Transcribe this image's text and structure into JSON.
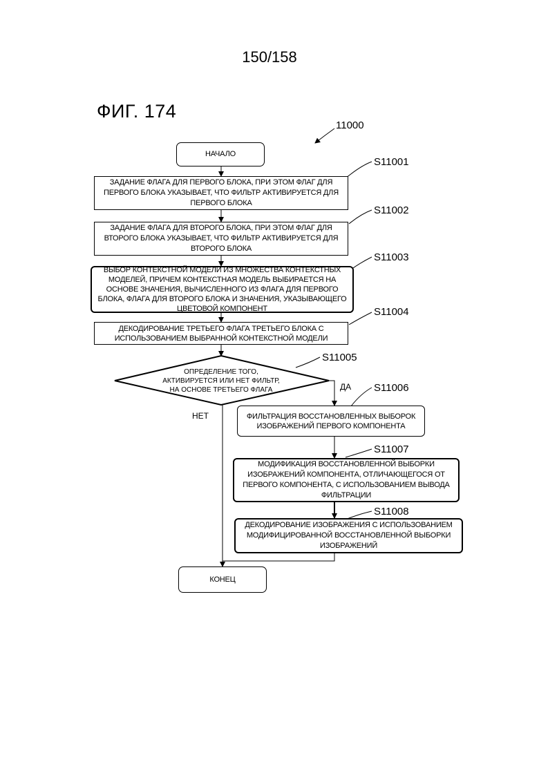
{
  "page_number": "150/158",
  "figure_label": "ФИГ. 174",
  "diagram_id": "11000",
  "start": "НАЧАЛО",
  "end": "КОНЕЦ",
  "steps": [
    {
      "id": "S11001",
      "text": "ЗАДАНИЕ ФЛАГА ДЛЯ ПЕРВОГО БЛОКА, ПРИ ЭТОМ ФЛАГ ДЛЯ ПЕРВОГО БЛОКА УКАЗЫВАЕТ, ЧТО ФИЛЬТР АКТИВИРУЕТСЯ ДЛЯ ПЕРВОГО БЛОКА"
    },
    {
      "id": "S11002",
      "text": "ЗАДАНИЕ ФЛАГА ДЛЯ ВТОРОГО БЛОКА, ПРИ ЭТОМ ФЛАГ ДЛЯ ВТОРОГО БЛОКА УКАЗЫВАЕТ, ЧТО ФИЛЬТР АКТИВИРУЕТСЯ ДЛЯ ВТОРОГО БЛОКА"
    },
    {
      "id": "S11003",
      "text": "ВЫБОР КОНТЕКСТНОЙ МОДЕЛИ ИЗ МНОЖЕСТВА КОНТЕКСТНЫХ МОДЕЛЕЙ, ПРИЧЕМ КОНТЕКСТНАЯ МОДЕЛЬ ВЫБИРАЕТСЯ НА ОСНОВЕ ЗНАЧЕНИЯ, ВЫЧИСЛЕННОГО ИЗ ФЛАГА ДЛЯ ПЕРВОГО БЛОКА, ФЛАГА ДЛЯ ВТОРОГО БЛОКА И ЗНАЧЕНИЯ, УКАЗЫВАЮЩЕГО ЦВЕТОВОЙ КОМПОНЕНТ"
    },
    {
      "id": "S11004",
      "text": "ДЕКОДИРОВАНИЕ ТРЕТЬЕГО ФЛАГА ТРЕТЬЕГО БЛОКА С ИСПОЛЬЗОВАНИЕМ ВЫБРАННОЙ КОНТЕКСТНОЙ МОДЕЛИ"
    },
    {
      "id": "S11005",
      "text": "ОПРЕДЕЛЕНИЕ ТОГО, АКТИВИРУЕТСЯ ИЛИ НЕТ ФИЛЬТР, НА ОСНОВЕ ТРЕТЬЕГО ФЛАГА"
    },
    {
      "id": "S11006",
      "text": "ФИЛЬТРАЦИЯ ВОССТАНОВЛЕННЫХ ВЫБОРОК ИЗОБРАЖЕНИЙ ПЕРВОГО КОМПОНЕНТА"
    },
    {
      "id": "S11007",
      "text": "МОДИФИКАЦИЯ ВОССТАНОВЛЕННОЙ ВЫБОРКИ ИЗОБРАЖЕНИЙ КОМПОНЕНТА, ОТЛИЧАЮЩЕГОСЯ ОТ ПЕРВОГО КОМПОНЕНТА, С ИСПОЛЬЗОВАНИЕМ ВЫВОДА ФИЛЬТРАЦИИ"
    },
    {
      "id": "S11008",
      "text": "ДЕКОДИРОВАНИЕ ИЗОБРАЖЕНИЯ С ИСПОЛЬЗОВАНИЕМ МОДИФИЦИРОВАННОЙ ВОССТАНОВЛЕННОЙ ВЫБОРКИ ИЗОБРАЖЕНИЙ"
    }
  ],
  "decision_labels": {
    "yes": "ДА",
    "no": "НЕТ"
  }
}
